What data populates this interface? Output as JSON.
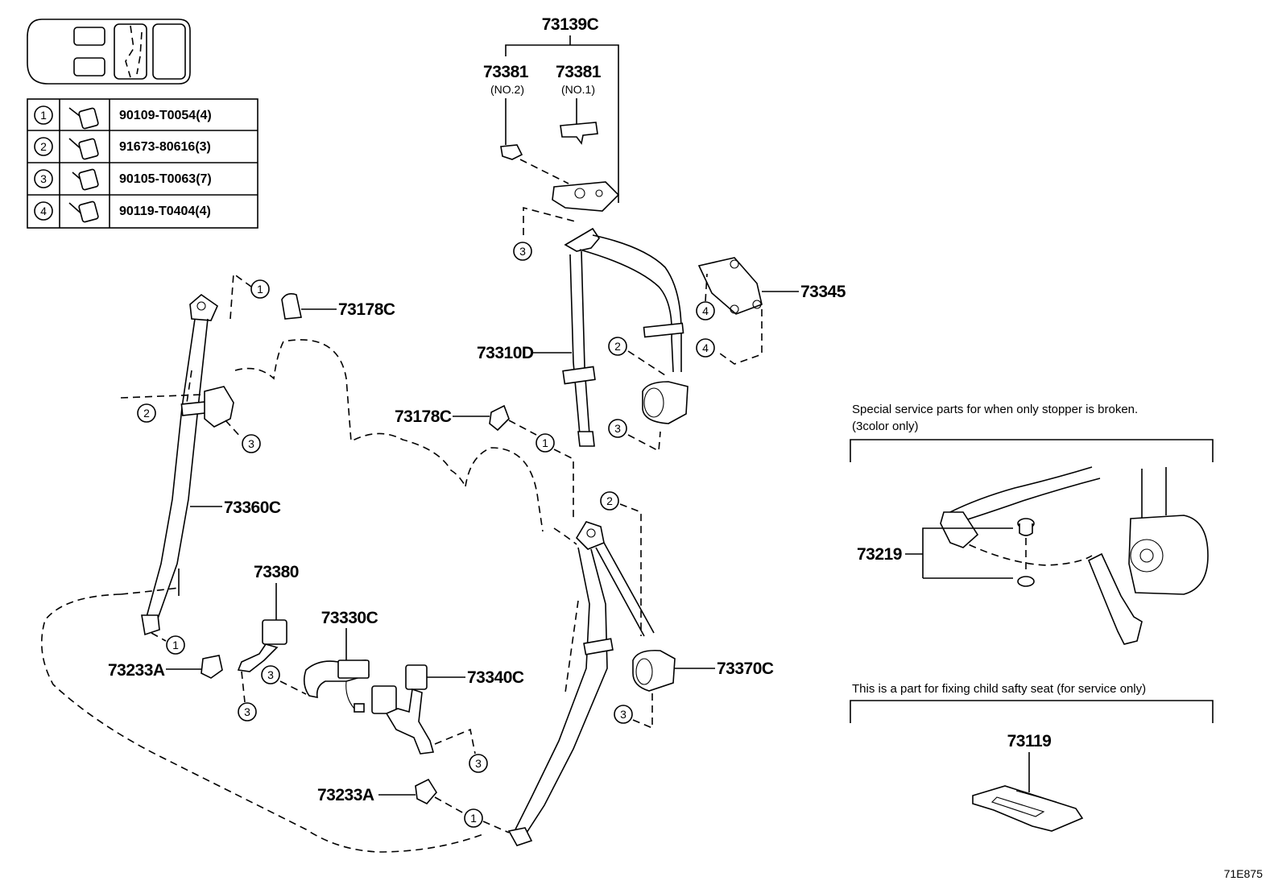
{
  "fastener_table": [
    {
      "num": "1",
      "part": "90109-T0054(4)",
      "icon": "bolt-icon"
    },
    {
      "num": "2",
      "part": "91673-80616(3)",
      "icon": "bolt-icon"
    },
    {
      "num": "3",
      "part": "90105-T0063(7)",
      "icon": "bolt-icon"
    },
    {
      "num": "4",
      "part": "90119-T0404(4)",
      "icon": "bolt-icon"
    }
  ],
  "labels": {
    "p73139C": "73139C",
    "p73381_left": "73381",
    "p73381_left_sub": "(NO.2)",
    "p73381_right": "73381",
    "p73381_right_sub": "(NO.1)",
    "p73345": "73345",
    "p73178C_top": "73178C",
    "p73310D": "73310D",
    "p73178C_mid": "73178C",
    "p73360C": "73360C",
    "p73380": "73380",
    "p73330C": "73330C",
    "p73340C": "73340C",
    "p73233A_left": "73233A",
    "p73233A_bottom": "73233A",
    "p73370C": "73370C",
    "p73219": "73219",
    "p73119": "73119"
  },
  "callouts": {
    "c1": "1",
    "c2": "2",
    "c3": "3",
    "c4": "4"
  },
  "notes": {
    "stopper_line1": "Special service parts for when only stopper is broken.",
    "stopper_line2": "(3color only)",
    "child_seat": "This is a part for fixing child safty seat (for service only)"
  },
  "diagram_code": "71E875"
}
